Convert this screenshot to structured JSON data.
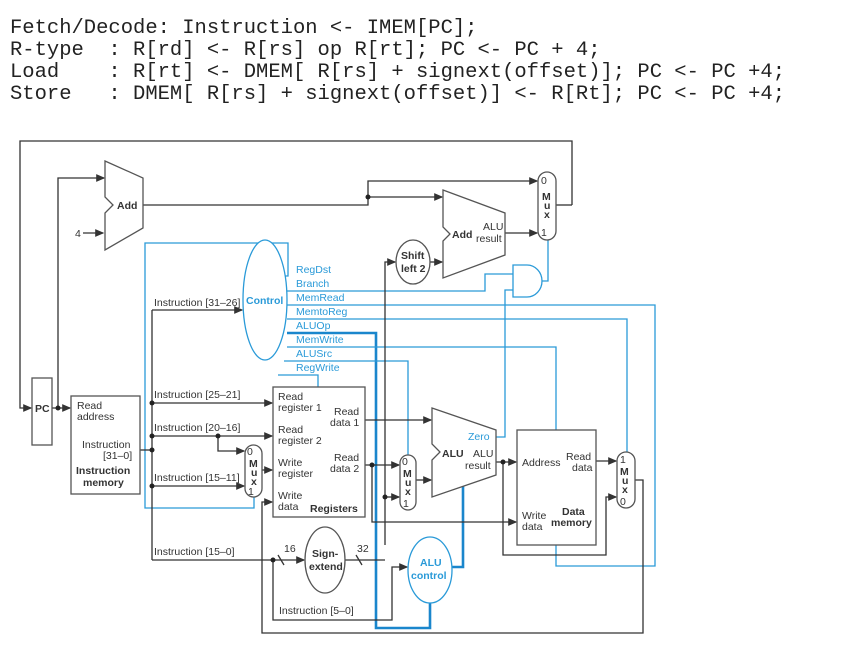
{
  "rtl": {
    "fetch": "Fetch/Decode: Instruction <- IMEM[PC];",
    "rtype": "R-type  : R[rd] <- R[rs] op R[rt]; PC <- PC + 4;",
    "load": "Load    : R[rt] <- DMEM[ R[rs] + signext(offset)]; PC <- PC +4;",
    "store": "Store   : DMEM[ R[rs] + signext(offset)] <- R[Rt]; PC <- PC +4;"
  },
  "colors": {
    "control": "#2a9ad8",
    "data": "#333333"
  },
  "diagram": {
    "pc": "PC",
    "four": "4",
    "add": "Add",
    "alu": "ALU",
    "result": "result",
    "shift1": "Shift",
    "shift2": "left 2",
    "mux": {
      "m": "M",
      "u": "u",
      "x": "x",
      "zero": "0",
      "one": "1"
    },
    "control": "Control",
    "signals": [
      "RegDst",
      "Branch",
      "MemRead",
      "MemtoReg",
      "ALUOp",
      "MemWrite",
      "ALUSrc",
      "RegWrite"
    ],
    "imem": {
      "read": "Read",
      "address": "address",
      "instruction": "Instruction",
      "bits": "[31–0]",
      "title1": "Instruction",
      "title2": "memory"
    },
    "instr": {
      "op": "Instruction [31–26]",
      "rs": "Instruction [25–21]",
      "rt": "Instruction [20–16]",
      "rd": "Instruction [15–11]",
      "imm": "Instruction [15–0]",
      "funct": "Instruction [5–0]"
    },
    "regs": {
      "rr1a": "Read",
      "rr1b": "register 1",
      "rr2a": "Read",
      "rr2b": "register 2",
      "wra": "Write",
      "wrb": "register",
      "wda": "Write",
      "wdb": "data",
      "rd1a": "Read",
      "rd1b": "data 1",
      "rd2a": "Read",
      "rd2b": "data 2",
      "title": "Registers"
    },
    "sign1": "Sign-",
    "sign2": "extend",
    "w16": "16",
    "w32": "32",
    "zero": "Zero",
    "dmem": {
      "address": "Address",
      "read": "Read",
      "data": "data",
      "write": "Write",
      "wdata": "data",
      "title1": "Data",
      "title2": "memory"
    },
    "aluctl1": "ALU",
    "aluctl2": "control"
  }
}
